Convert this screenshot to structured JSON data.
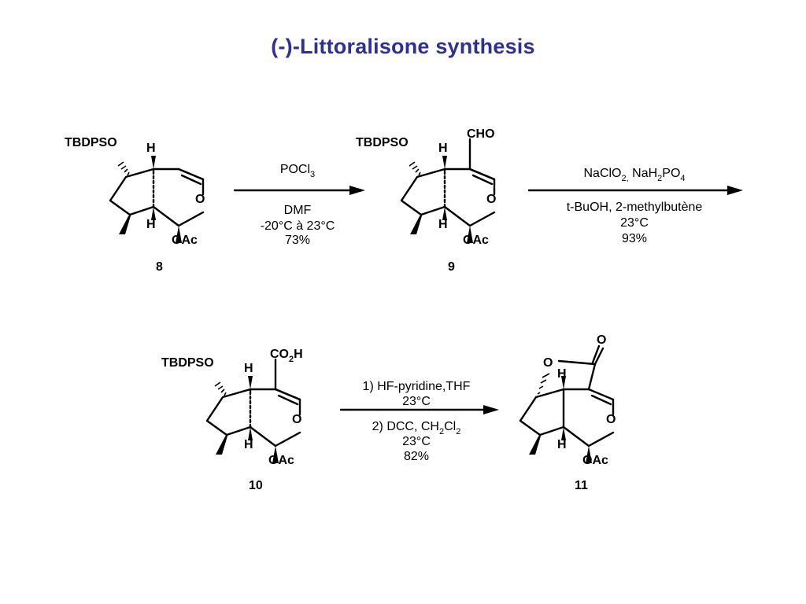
{
  "title": "(-)-Littoralisone synthesis",
  "colors": {
    "title": "#2e3192",
    "ink": "#000000",
    "background": "#ffffff"
  },
  "labels": {
    "tbdpso": "TBDPSO",
    "h": "H",
    "o": "O",
    "oac": "OAc",
    "cho": "CHO",
    "co2h_main": "CO",
    "co2h_sub": "2",
    "co2h_end": "H"
  },
  "compounds": [
    {
      "number": "8"
    },
    {
      "number": "9"
    },
    {
      "number": "10"
    },
    {
      "number": "11"
    }
  ],
  "step1": {
    "reagent_main": "POCl",
    "reagent_sub": "3",
    "below": [
      "DMF",
      "-20°C à 23°C",
      "73%"
    ]
  },
  "step2": {
    "reagent_a": "NaClO",
    "reagent_a_sub": "2,",
    "reagent_b": " NaH",
    "reagent_b_sub1": "2",
    "reagent_b_mid": "PO",
    "reagent_b_sub2": "4",
    "below": [
      "t-BuOH, 2-methylbutène",
      "23°C",
      "93%"
    ]
  },
  "step3": {
    "above": [
      "1) HF-pyridine,THF",
      "23°C"
    ],
    "line3_main": "2) DCC, CH",
    "line3_sub1": "2",
    "line3_mid": "Cl",
    "line3_sub2": "2",
    "below": [
      "23°C",
      "82%"
    ]
  }
}
